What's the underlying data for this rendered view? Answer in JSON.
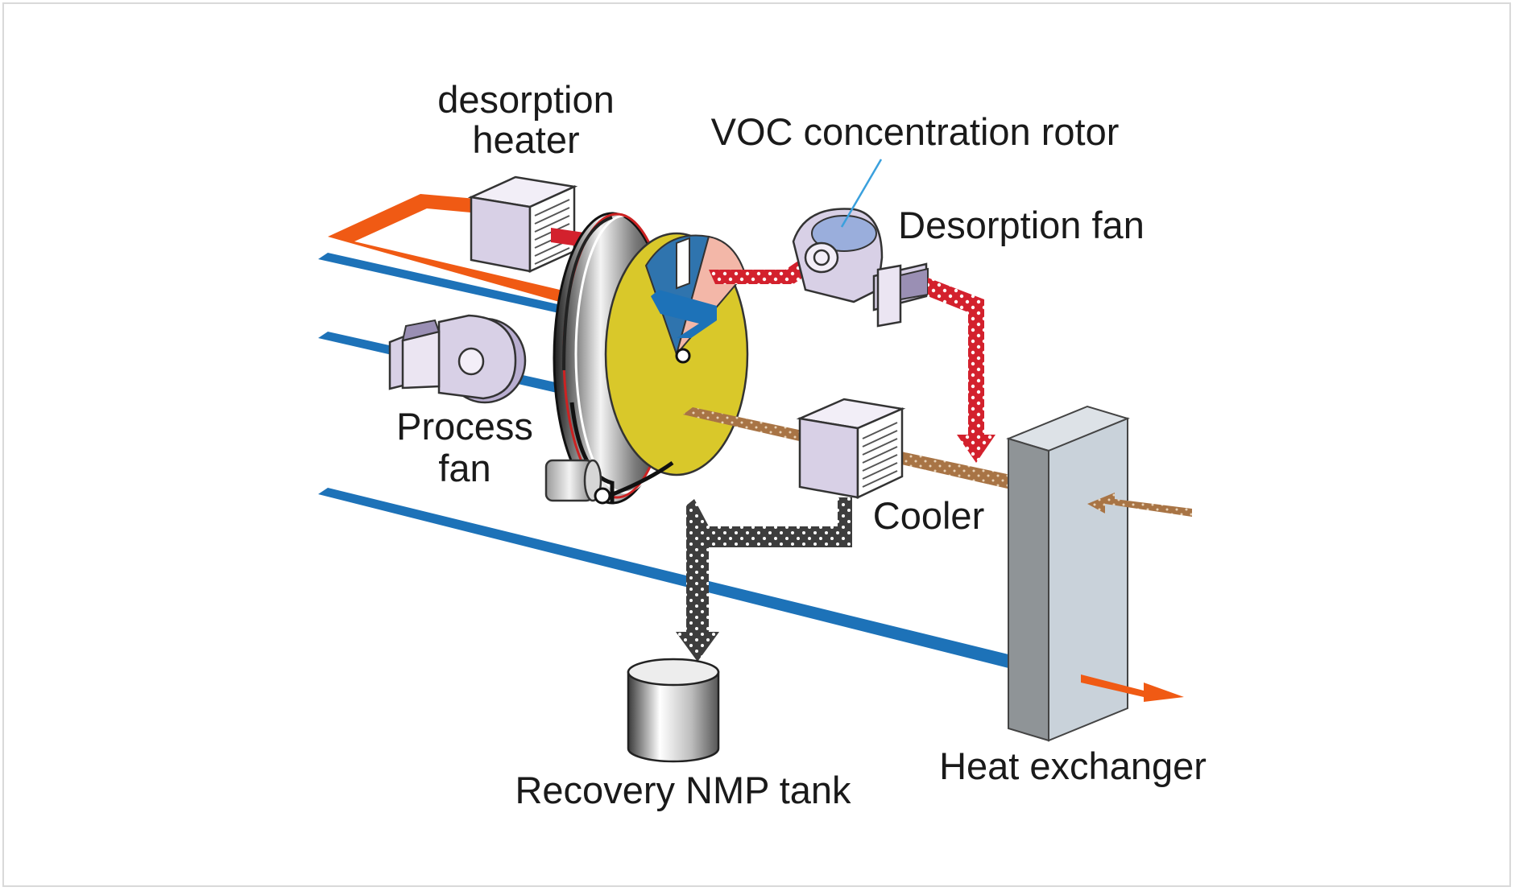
{
  "labels": {
    "desorption_heater_line1": "desorption",
    "desorption_heater_line2": "heater",
    "voc_rotor": "VOC concentration rotor",
    "desorption_fan": "Desorption fan",
    "process_fan_line1": "Process",
    "process_fan_line2": "fan",
    "cooler": "Cooler",
    "heat_exchanger": "Heat exchanger",
    "recovery_tank": "Recovery NMP tank"
  },
  "icons": {
    "desorption_heater": "heater-unit-icon",
    "voc_rotor": "rotor-wheel-icon",
    "desorption_fan": "blower-fan-icon",
    "process_fan": "blower-fan-icon",
    "cooler": "cooler-unit-icon",
    "heat_exchanger": "heat-exchanger-icon",
    "recovery_tank": "tank-cylinder-icon",
    "motor": "motor-icon"
  },
  "colors": {
    "process_air": "#1d72b8",
    "hot_air": "#f05a14",
    "desorption_air": "#d3212d",
    "concentrated_air": "#a87445",
    "condensate": "#3d3d3d",
    "rotor_face": "#d9c82a",
    "equipment": "#d8d0e6",
    "heat_exchanger": "#c9d2da"
  }
}
